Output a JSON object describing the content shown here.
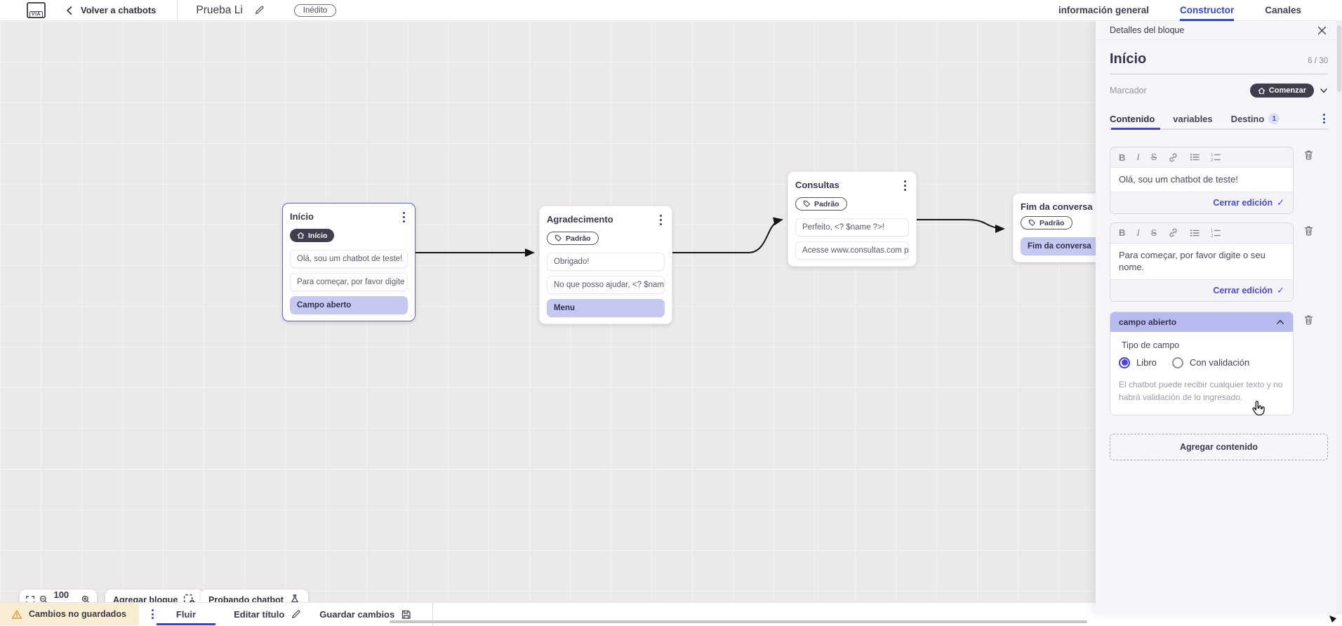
{
  "header": {
    "logo_text": "VIA",
    "back_label": "Volver a chatbots",
    "title": "Prueba Li",
    "status_badge": "Inédito",
    "tabs": [
      "información general",
      "Constructor",
      "Canales"
    ]
  },
  "canvas": {
    "blocks": [
      {
        "title": "Início",
        "badge": "Início",
        "items": [
          "Olá, sou um chatbot de teste!",
          "Para começar, por favor digite o ...",
          "Campo aberto"
        ]
      },
      {
        "title": "Agradecimento",
        "badge": "Padrão",
        "items": [
          "Obrigado!",
          "No que posso ajudar, <? $name ...",
          "Menu"
        ]
      },
      {
        "title": "Consultas",
        "badge": "Padrão",
        "items": [
          "Perfeito, <? $name ?>!",
          "Acesse www.consultas.com par..."
        ]
      },
      {
        "title": "Fim da conversa",
        "badge": "Padrão",
        "items": [
          "Fim da conversa"
        ]
      }
    ]
  },
  "controls": {
    "zoom_level": "100 %",
    "add_block": "Agregar bloque",
    "test_chatbot": "Probando chatbot"
  },
  "panel": {
    "header_title": "Detalles del bloque",
    "block_name": "Início",
    "char_counter": "6 / 30",
    "marker_label": "Marcador",
    "marker_value": "Comenzar",
    "tabs": [
      "Contenido",
      "variables",
      "Destino"
    ],
    "destino_count": "1",
    "toolbar": {
      "bold": "B",
      "italic": "I",
      "strike": "S"
    },
    "editors": [
      {
        "text": "Olá, sou um chatbot de teste!",
        "close_label": "Cerrar edición"
      },
      {
        "text": "Para começar, por favor digite o seu nome.",
        "close_label": "Cerrar edición"
      }
    ],
    "open_field": {
      "header": "campo abierto",
      "type_label": "Tipo de campo",
      "options": [
        {
          "label": "Libro",
          "selected": true
        },
        {
          "label": "Con validación",
          "selected": false
        }
      ],
      "helper": "El chatbot puede recibir cualquier texto y no habrá validación de lo ingresado."
    },
    "add_content_label": "Agregar contenido"
  },
  "footer": {
    "unsaved_label": "Cambios no guardados",
    "flow_tab": "Fluir",
    "edit_title_label": "Editar título",
    "save_label": "Guardar cambios"
  },
  "colors": {
    "accent_blue": "#2e49d1",
    "accent_violet": "#4a49d4",
    "highlight_lavender": "#c5c9f2",
    "open_field_header": "#b6baee",
    "dark_pill": "#3e3e4f",
    "warning_bg": "#f8ecd3",
    "canvas_bg": "#ebe9e9"
  }
}
